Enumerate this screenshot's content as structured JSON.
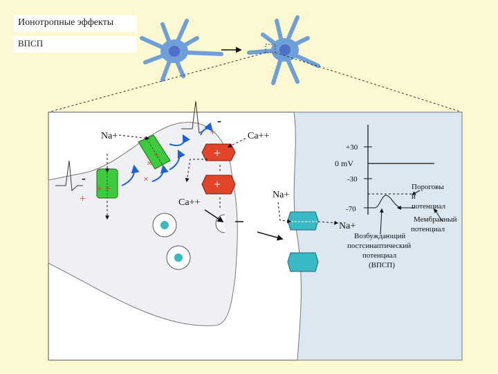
{
  "title": "Ионотропные эффекты",
  "subtitle": "ВПСП",
  "labels": {
    "na_top": "Na+",
    "ca_top": "Ca++",
    "ca_mid": "Ca++",
    "na_mid": "Na+",
    "na_graph": "Na+",
    "plus30": "+30",
    "zero_mv": "0 mV",
    "minus30": "-30",
    "minus70": "-70",
    "threshold": [
      "Пороговы",
      "й",
      "потенциал"
    ],
    "membrane": [
      "Мембранный",
      "потенциал"
    ],
    "epsp": [
      "Возбуждающий",
      "постсинаптический",
      "потенциал",
      "(ВПСП)"
    ],
    "minus_sign": "-",
    "plus_sign": "+",
    "cross_sign": "×"
  },
  "colors": {
    "background": "#fbf8d2",
    "presynaptic": "#eef0f4",
    "postsynaptic": "#dbe8f2",
    "neuron": "#6f9fd8",
    "nucleus": "#4f6fc9",
    "green_channel": "#3ec93e",
    "red_channel": "#e2442a",
    "teal_channel": "#38b9c3",
    "charge_red": "#e13a28",
    "arrow_blue": "#1f5fd9"
  }
}
